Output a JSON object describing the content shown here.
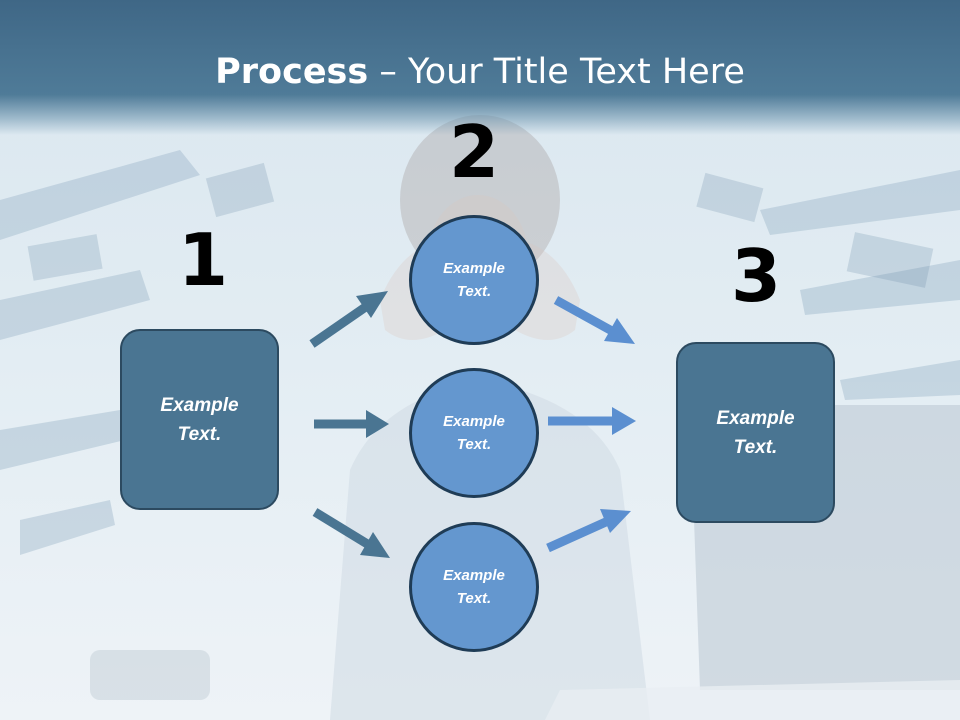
{
  "slide": {
    "title": {
      "bold": "Process",
      "rest": " – Your Title Text Here"
    },
    "steps": [
      {
        "number": "1",
        "text": "Example\nText."
      },
      {
        "number": "2",
        "items": [
          "Example\nText.",
          "Example\nText.",
          "Example\nText."
        ]
      },
      {
        "number": "3",
        "text": "Example\nText."
      }
    ]
  },
  "colors": {
    "title_band": "#4a7592",
    "box_fill": "#4a7592",
    "circle_fill": "#6497cf",
    "arrow_dark": "#4a7592",
    "arrow_light": "#5b8fd0"
  },
  "background_image": "blurred-office-woman-headache-photo"
}
